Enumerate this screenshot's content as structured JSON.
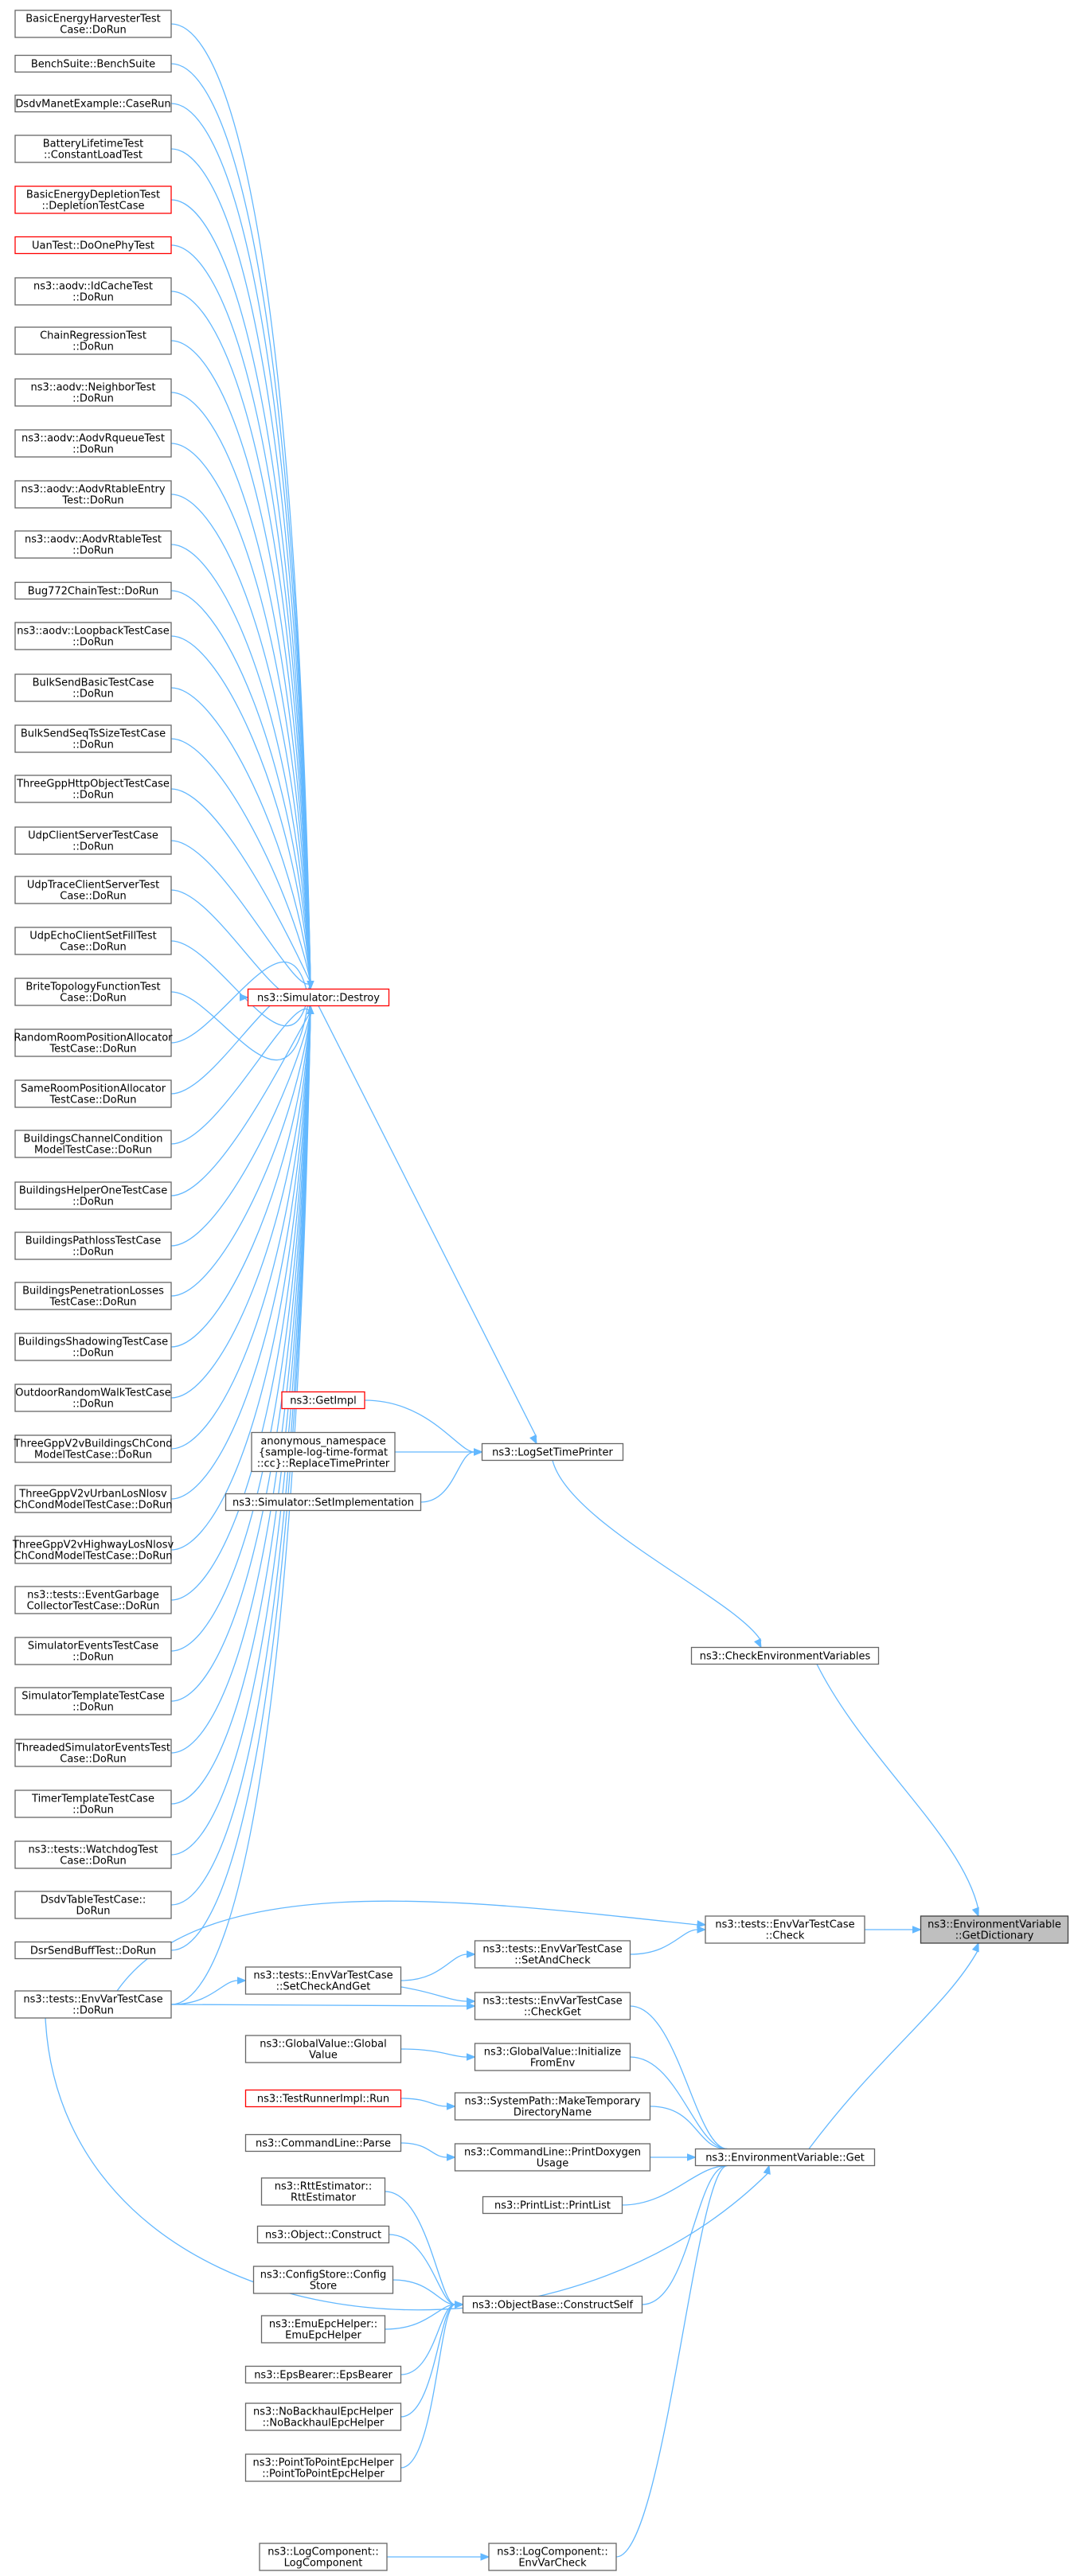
{
  "diagram": {
    "nodes": [
      {
        "id": "n1",
        "lines": [
          "BasicEnergyHarvesterTest",
          "Case::DoRun"
        ]
      },
      {
        "id": "n2",
        "lines": [
          "BenchSuite::BenchSuite"
        ]
      },
      {
        "id": "n3",
        "lines": [
          "DsdvManetExample::CaseRun"
        ]
      },
      {
        "id": "n4",
        "lines": [
          "BatteryLifetimeTest",
          "::ConstantLoadTest"
        ]
      },
      {
        "id": "n5",
        "lines": [
          "BasicEnergyDepletionTest",
          "::DepletionTestCase"
        ],
        "red": true
      },
      {
        "id": "n6",
        "lines": [
          "UanTest::DoOnePhyTest"
        ],
        "red": true
      },
      {
        "id": "n7",
        "lines": [
          "ns3::aodv::IdCacheTest",
          "::DoRun"
        ]
      },
      {
        "id": "n8",
        "lines": [
          "ChainRegressionTest",
          "::DoRun"
        ]
      },
      {
        "id": "n9",
        "lines": [
          "ns3::aodv::NeighborTest",
          "::DoRun"
        ]
      },
      {
        "id": "n10",
        "lines": [
          "ns3::aodv::AodvRqueueTest",
          "::DoRun"
        ]
      },
      {
        "id": "n11",
        "lines": [
          "ns3::aodv::AodvRtableEntry",
          "Test::DoRun"
        ]
      },
      {
        "id": "n12",
        "lines": [
          "ns3::aodv::AodvRtableTest",
          "::DoRun"
        ]
      },
      {
        "id": "n13",
        "lines": [
          "Bug772ChainTest::DoRun"
        ]
      },
      {
        "id": "n14",
        "lines": [
          "ns3::aodv::LoopbackTestCase",
          "::DoRun"
        ]
      },
      {
        "id": "n15",
        "lines": [
          "BulkSendBasicTestCase",
          "::DoRun"
        ]
      },
      {
        "id": "n16",
        "lines": [
          "BulkSendSeqTsSizeTestCase",
          "::DoRun"
        ]
      },
      {
        "id": "n17",
        "lines": [
          "ThreeGppHttpObjectTestCase",
          "::DoRun"
        ]
      },
      {
        "id": "n18",
        "lines": [
          "UdpClientServerTestCase",
          "::DoRun"
        ]
      },
      {
        "id": "n19",
        "lines": [
          "UdpTraceClientServerTest",
          "Case::DoRun"
        ]
      },
      {
        "id": "n20",
        "lines": [
          "UdpEchoClientSetFillTest",
          "Case::DoRun"
        ]
      },
      {
        "id": "n21",
        "lines": [
          "BriteTopologyFunctionTest",
          "Case::DoRun"
        ]
      },
      {
        "id": "n22",
        "lines": [
          "RandomRoomPositionAllocator",
          "TestCase::DoRun"
        ]
      },
      {
        "id": "n23",
        "lines": [
          "SameRoomPositionAllocator",
          "TestCase::DoRun"
        ]
      },
      {
        "id": "n24",
        "lines": [
          "BuildingsChannelCondition",
          "ModelTestCase::DoRun"
        ]
      },
      {
        "id": "n25",
        "lines": [
          "BuildingsHelperOneTestCase",
          "::DoRun"
        ]
      },
      {
        "id": "n26",
        "lines": [
          "BuildingsPathlossTestCase",
          "::DoRun"
        ]
      },
      {
        "id": "n27",
        "lines": [
          "BuildingsPenetrationLosses",
          "TestCase::DoRun"
        ]
      },
      {
        "id": "n28",
        "lines": [
          "BuildingsShadowingTestCase",
          "::DoRun"
        ]
      },
      {
        "id": "n29",
        "lines": [
          "OutdoorRandomWalkTestCase",
          "::DoRun"
        ]
      },
      {
        "id": "n30",
        "lines": [
          "ThreeGppV2vBuildingsChCond",
          "ModelTestCase::DoRun"
        ]
      },
      {
        "id": "n31",
        "lines": [
          "ThreeGppV2vUrbanLosNlosv",
          "ChCondModelTestCase::DoRun"
        ]
      },
      {
        "id": "n32",
        "lines": [
          "ThreeGppV2vHighwayLosNlosv",
          "ChCondModelTestCase::DoRun"
        ]
      },
      {
        "id": "n33",
        "lines": [
          "ns3::tests::EventGarbage",
          "CollectorTestCase::DoRun"
        ]
      },
      {
        "id": "n34",
        "lines": [
          "SimulatorEventsTestCase",
          "::DoRun"
        ]
      },
      {
        "id": "n35",
        "lines": [
          "SimulatorTemplateTestCase",
          "::DoRun"
        ]
      },
      {
        "id": "n36",
        "lines": [
          "ThreadedSimulatorEventsTest",
          "Case::DoRun"
        ]
      },
      {
        "id": "n37",
        "lines": [
          "TimerTemplateTestCase",
          "::DoRun"
        ]
      },
      {
        "id": "n38",
        "lines": [
          "ns3::tests::WatchdogTest",
          "Case::DoRun"
        ]
      },
      {
        "id": "n39",
        "lines": [
          "DsdvTableTestCase::",
          "DoRun"
        ]
      },
      {
        "id": "n40",
        "lines": [
          "DsrSendBuffTest::DoRun"
        ]
      },
      {
        "id": "n41",
        "lines": [
          "ns3::tests::EnvVarTestCase",
          "::DoRun"
        ]
      },
      {
        "id": "n42",
        "lines": [
          "ns3::GlobalValue::Global",
          "Value"
        ]
      },
      {
        "id": "n43",
        "lines": [
          "ns3::TestRunnerImpl::Run"
        ],
        "red": true
      },
      {
        "id": "n44",
        "lines": [
          "ns3::CommandLine::Parse"
        ]
      },
      {
        "id": "n45",
        "lines": [
          "ns3::RttEstimator::",
          "RttEstimator"
        ]
      },
      {
        "id": "n46",
        "lines": [
          "ns3::Object::Construct"
        ]
      },
      {
        "id": "n47",
        "lines": [
          "ns3::ConfigStore::Config",
          "Store"
        ]
      },
      {
        "id": "n48",
        "lines": [
          "ns3::EmuEpcHelper::",
          "EmuEpcHelper"
        ]
      },
      {
        "id": "n49",
        "lines": [
          "ns3::EpsBearer::EpsBearer"
        ]
      },
      {
        "id": "n50",
        "lines": [
          "ns3::NoBackhaulEpcHelper",
          "::NoBackhaulEpcHelper"
        ]
      },
      {
        "id": "n51",
        "lines": [
          "ns3::PointToPointEpcHelper",
          "::PointToPointEpcHelper"
        ]
      },
      {
        "id": "n52",
        "lines": [
          "ns3::LogComponent::",
          "LogComponent"
        ]
      },
      {
        "id": "d",
        "lines": [
          "ns3::Simulator::Destroy"
        ],
        "red": true
      },
      {
        "id": "gi",
        "lines": [
          "ns3::GetImpl"
        ],
        "red": true
      },
      {
        "id": "an",
        "lines": [
          "anonymous_namespace",
          "{sample-log-time-format",
          "::cc}::ReplaceTimePrinter"
        ]
      },
      {
        "id": "ssi",
        "lines": [
          "ns3::Simulator::SetImplementation"
        ]
      },
      {
        "id": "lstp",
        "lines": [
          "ns3::LogSetTimePrinter"
        ]
      },
      {
        "id": "cev",
        "lines": [
          "ns3::CheckEnvironmentVariables"
        ]
      },
      {
        "id": "sac",
        "lines": [
          "ns3::tests::EnvVarTestCase",
          "::SetCheckAndGet"
        ]
      },
      {
        "id": "sack",
        "lines": [
          "ns3::tests::EnvVarTestCase",
          "::SetAndCheck"
        ]
      },
      {
        "id": "cg",
        "lines": [
          "ns3::tests::EnvVarTestCase",
          "::CheckGet"
        ]
      },
      {
        "id": "gvi",
        "lines": [
          "ns3::GlobalValue::Initialize",
          "FromEnv"
        ]
      },
      {
        "id": "spm",
        "lines": [
          "ns3::SystemPath::MakeTemporary",
          "DirectoryName"
        ]
      },
      {
        "id": "clp",
        "lines": [
          "ns3::CommandLine::PrintDoxygen",
          "Usage"
        ]
      },
      {
        "id": "ppl",
        "lines": [
          "ns3::PrintList::PrintList"
        ]
      },
      {
        "id": "obc",
        "lines": [
          "ns3::ObjectBase::ConstructSelf"
        ]
      },
      {
        "id": "lcev",
        "lines": [
          "ns3::LogComponent::",
          "EnvVarCheck"
        ]
      },
      {
        "id": "chk",
        "lines": [
          "ns3::tests::EnvVarTestCase",
          "::Check"
        ]
      },
      {
        "id": "evg",
        "lines": [
          "ns3::EnvironmentVariable::Get"
        ]
      },
      {
        "id": "gd",
        "lines": [
          "ns3::EnvironmentVariable",
          "::GetDictionary"
        ],
        "current": true
      }
    ]
  }
}
